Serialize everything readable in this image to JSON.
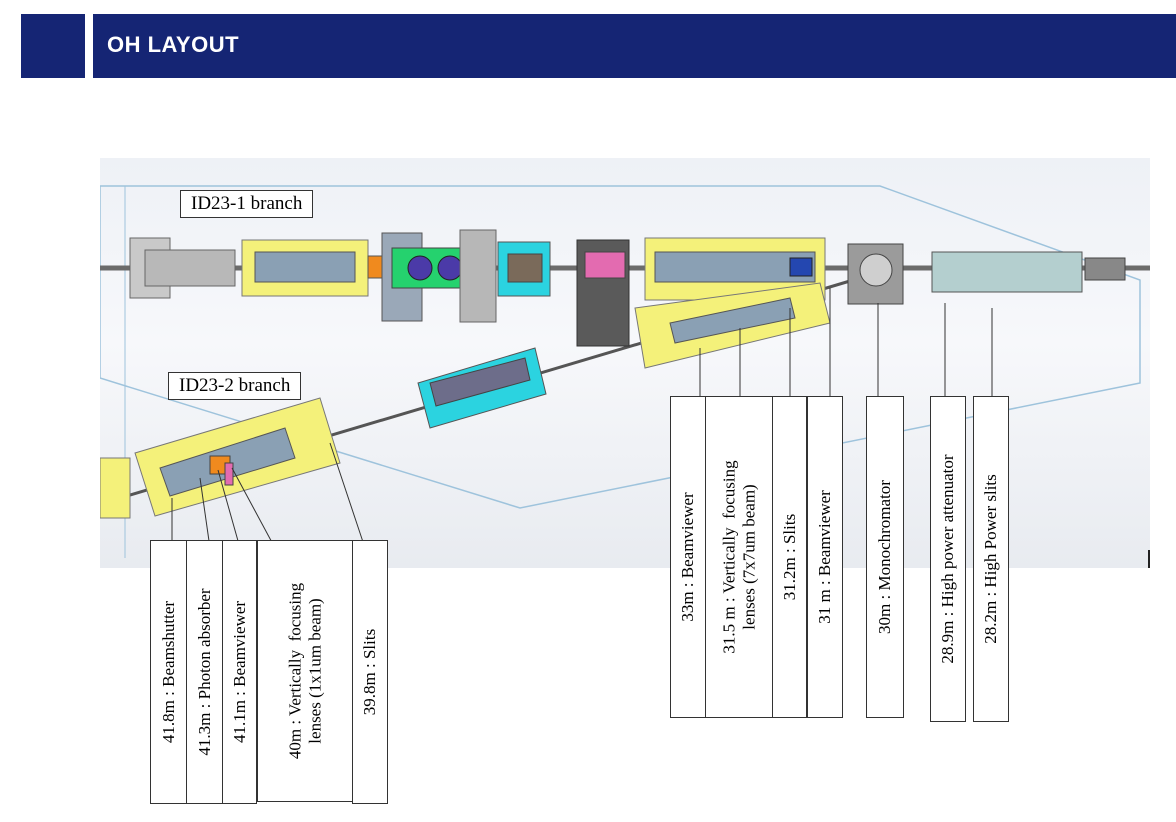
{
  "header": {
    "title": "OH LAYOUT"
  },
  "branches": {
    "id23_1": "ID23-1  branch",
    "id23_2": "ID23-2  branch"
  },
  "labels_right": [
    {
      "id": "beamviewer-33",
      "text": "33m : Beamviewer"
    },
    {
      "id": "lenses-31-5",
      "text": "31.5 m : Vertically  focusing\nlenses (7x7um beam)"
    },
    {
      "id": "slits-31-2",
      "text": "31.2m : Slits"
    },
    {
      "id": "beamviewer-31",
      "text": "31 m : Beamviewer"
    },
    {
      "id": "monochromator-30",
      "text": "30m : Monochromator"
    },
    {
      "id": "attenuator-28-9",
      "text": "28.9m : High power attenuator"
    },
    {
      "id": "slits-28-2",
      "text": "28.2m : High Power slits"
    }
  ],
  "labels_left": [
    {
      "id": "beamshutter-41-8",
      "text": "41.8m : Beamshutter"
    },
    {
      "id": "absorber-41-3",
      "text": "41.3m : Photon absorber"
    },
    {
      "id": "beamviewer-41-1",
      "text": "41.1m : Beamviewer"
    },
    {
      "id": "lenses-40",
      "text": "40m : Vertically  focusing\nlenses (1x1um beam)"
    },
    {
      "id": "slits-39-8",
      "text": "39.8m : Slits"
    }
  ],
  "colors": {
    "header": "#152574",
    "yellow_zone": "#f4f17a",
    "cyan_zone": "#2bd3e0",
    "hutch_outline": "#9ec3dc"
  }
}
